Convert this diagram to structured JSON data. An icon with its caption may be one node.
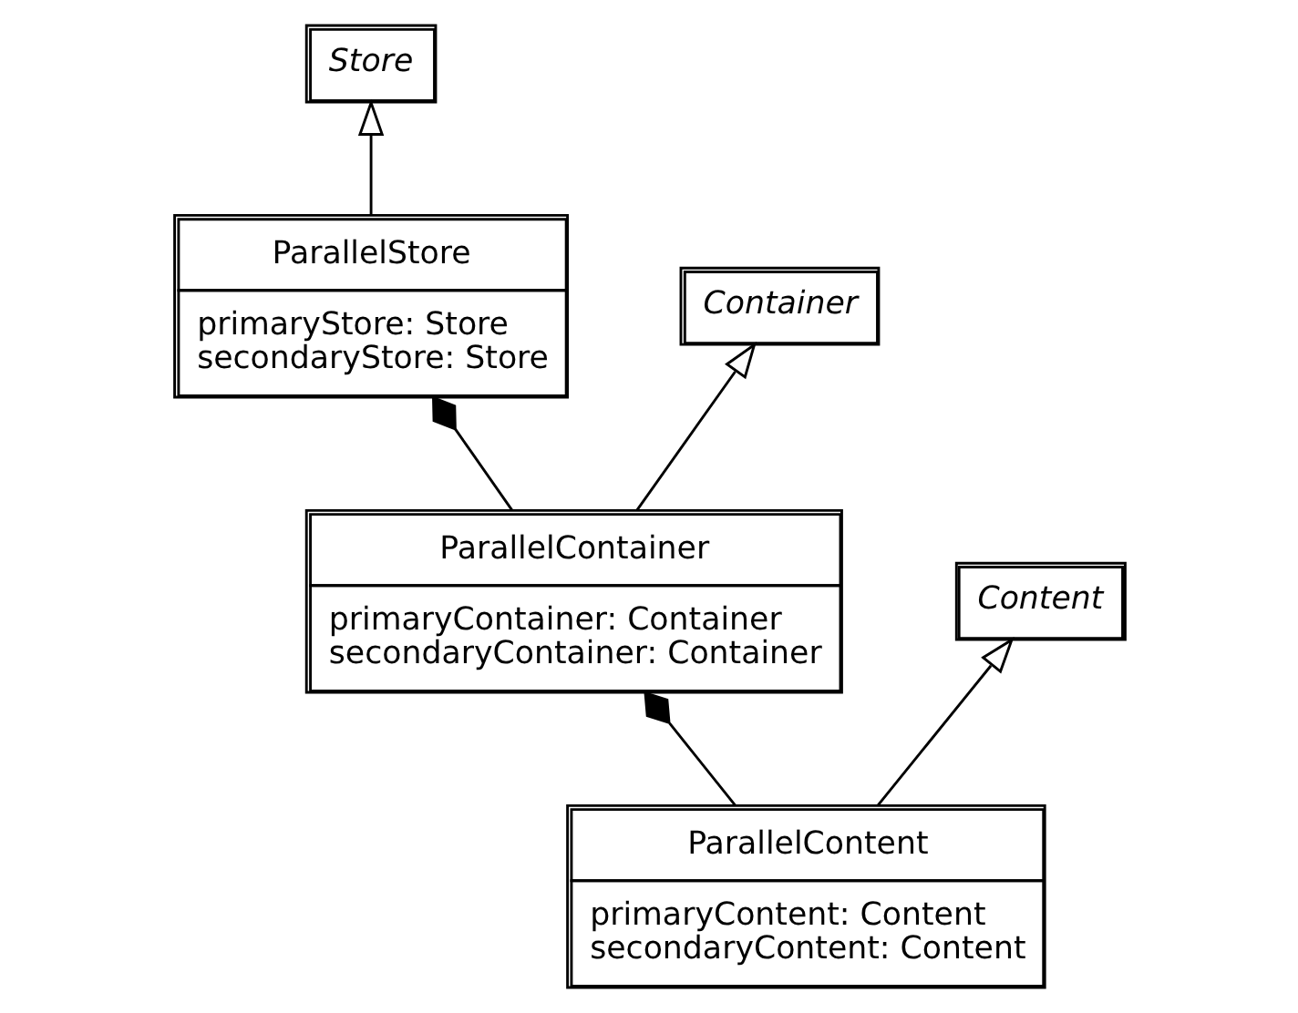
{
  "diagram": {
    "nodes": [
      {
        "text": [
          "Store"
        ]
      },
      {
        "text": [
          "ParallelStore",
          "primaryStore: Store",
          "secondaryStore: Store"
        ]
      },
      {
        "text": [
          "Container"
        ]
      },
      {
        "text": [
          "ParallelContainer",
          "primaryContainer: Container",
          "secondaryContainer: Container"
        ]
      },
      {
        "text": [
          "Content"
        ]
      },
      {
        "text": [
          "ParallelContent",
          "primaryContent: Content",
          "secondaryContent: Content"
        ]
      }
    ],
    "edges": [
      {
        "from": 1,
        "to": 0,
        "arrow": "to"
      },
      {
        "from": 3,
        "to": 2,
        "arrow": "to"
      },
      {
        "from": 3,
        "to": 1,
        "arrow": "other"
      },
      {
        "from": 5,
        "to": 4,
        "arrow": "to"
      },
      {
        "from": 5,
        "to": 3,
        "arrow": "other"
      }
    ]
  }
}
